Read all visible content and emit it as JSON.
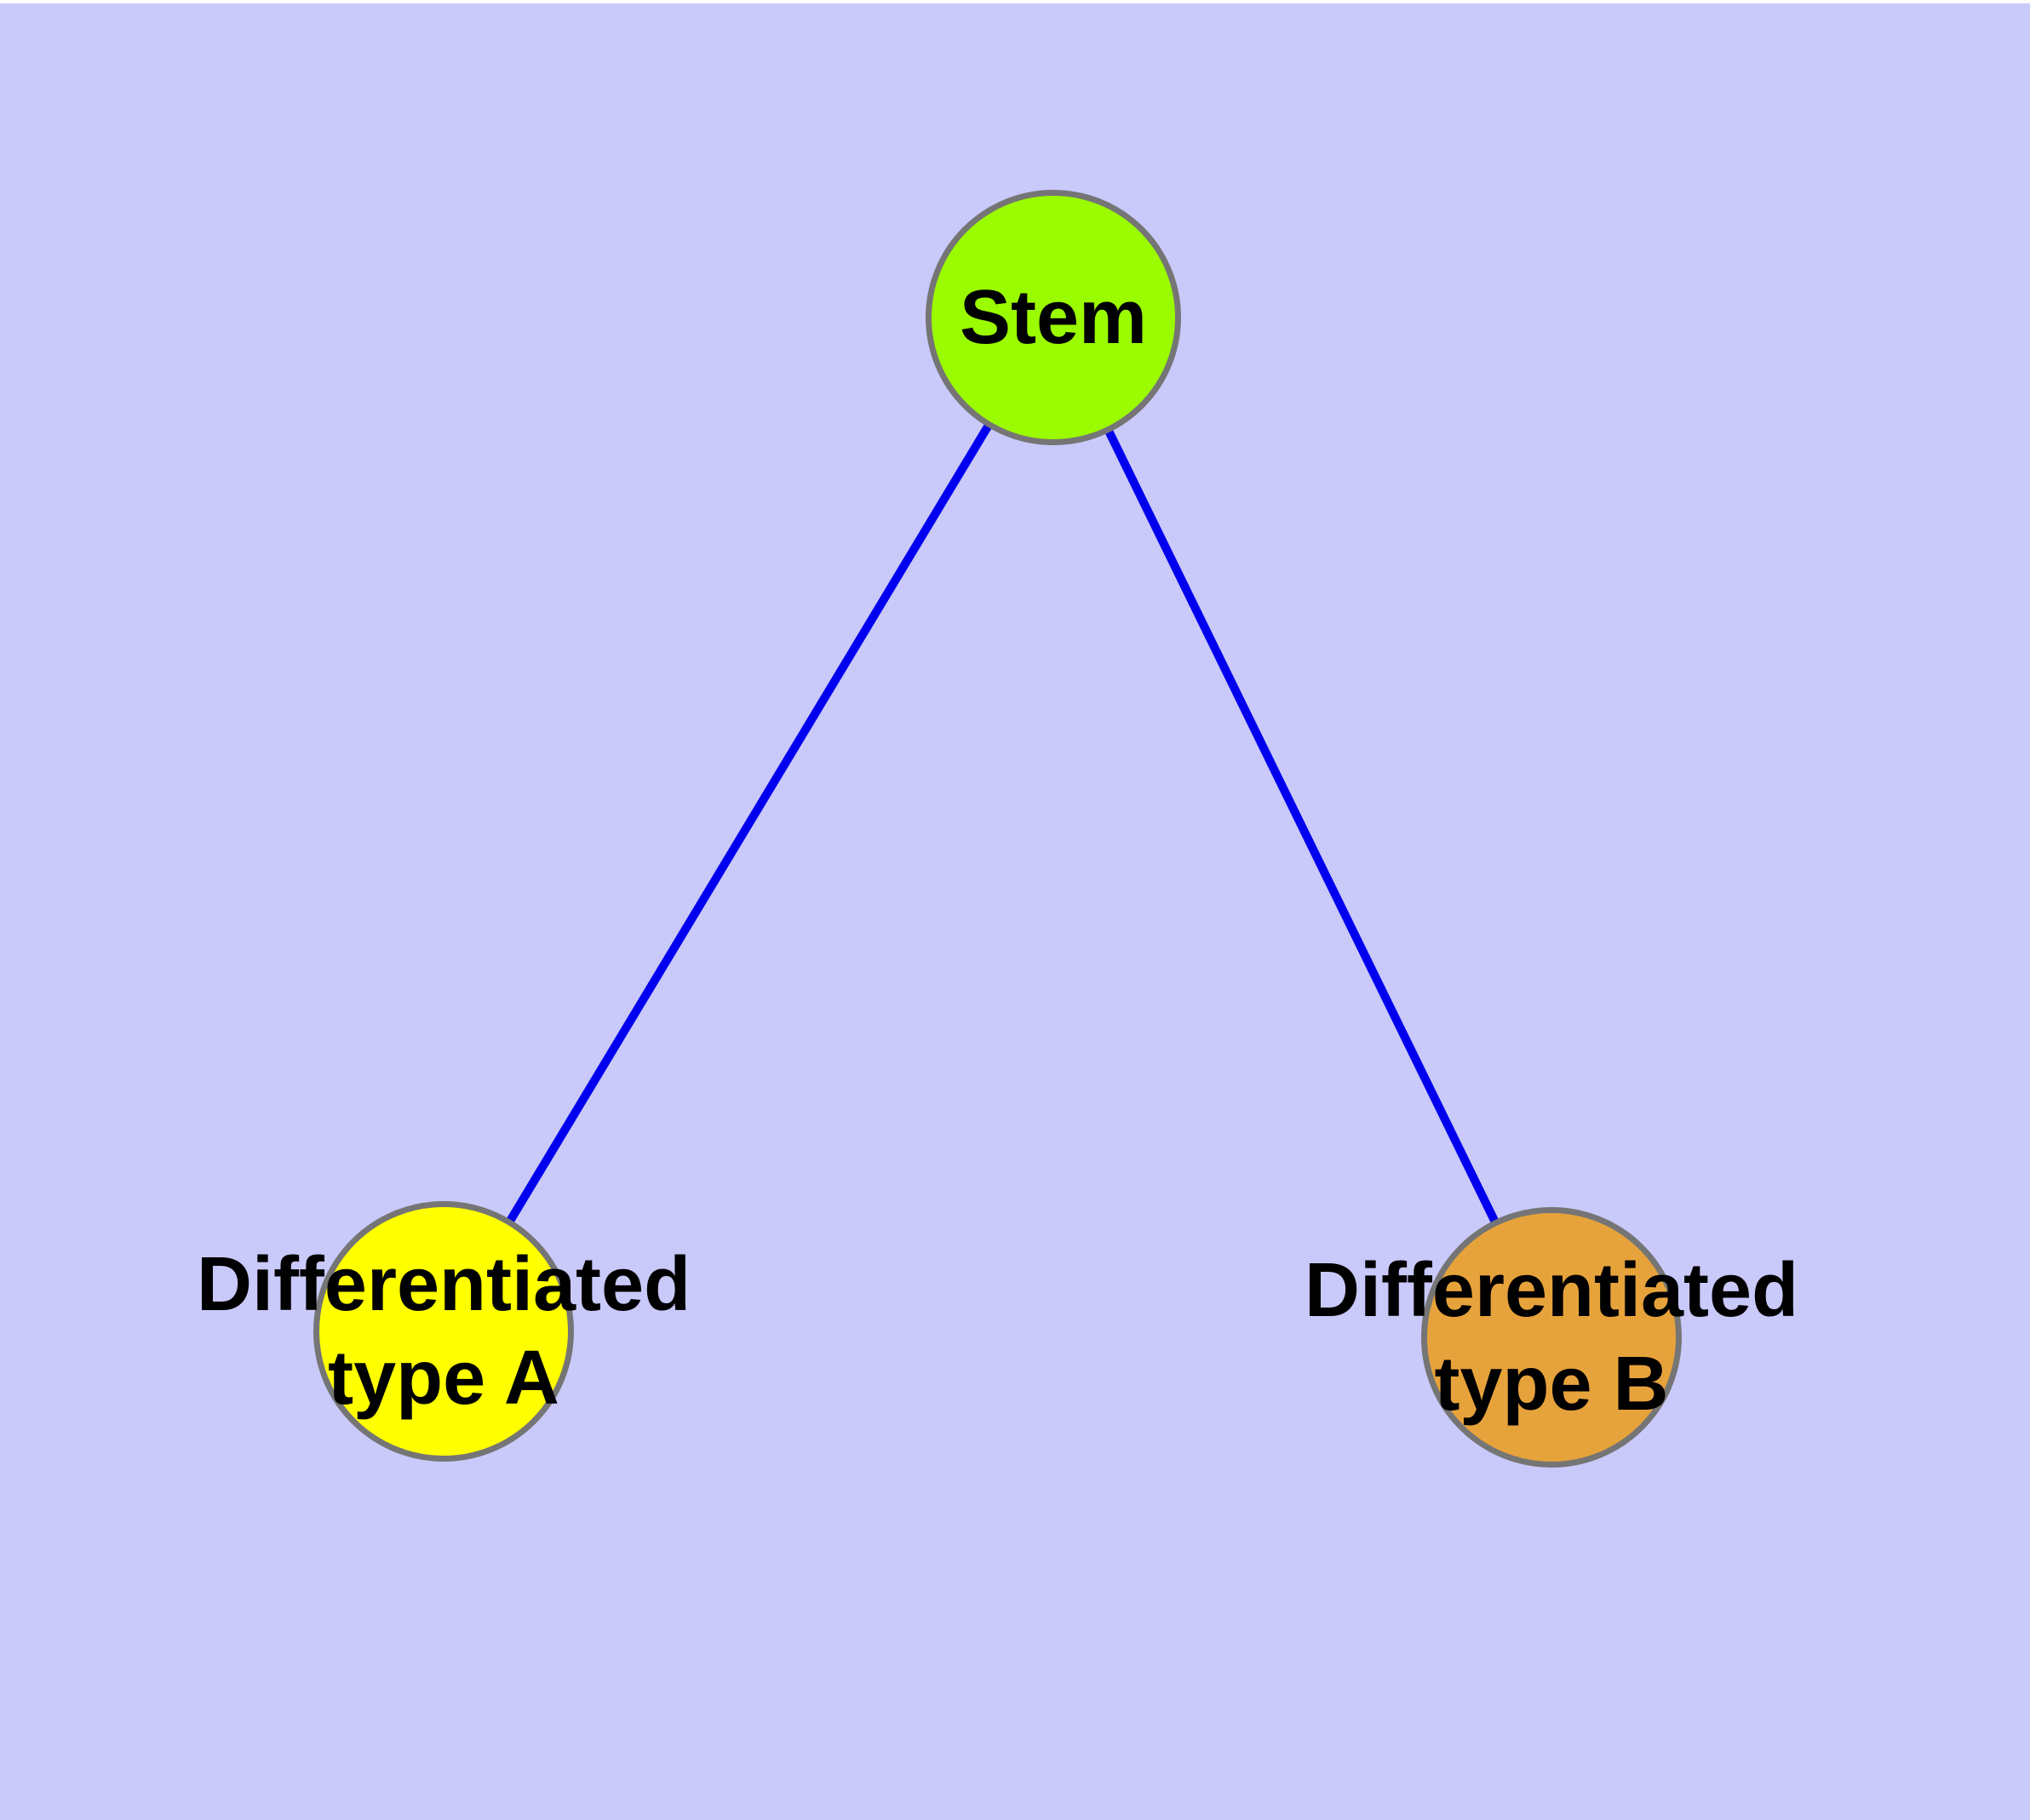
{
  "diagram": {
    "background_color": "#C9C9FA",
    "top_strip_color": "#FFFFFF",
    "edge_color": "#0000EE",
    "node_border_color": "#757575",
    "label_color": "#000000",
    "nodes": [
      {
        "id": "stem",
        "label": "Stem",
        "fill": "#9BFB00"
      },
      {
        "id": "differentiated-type-a",
        "label_line1": "Differentiated",
        "label_line2": "type A",
        "fill": "#FFFF00"
      },
      {
        "id": "differentiated-type-b",
        "label_line1": "Differentiated",
        "label_line2": "type B",
        "fill": "#E7A33B"
      }
    ],
    "edges": [
      {
        "from": "Stem",
        "to": "Differentiated type A"
      },
      {
        "from": "Stem",
        "to": "Differentiated type B"
      }
    ]
  }
}
